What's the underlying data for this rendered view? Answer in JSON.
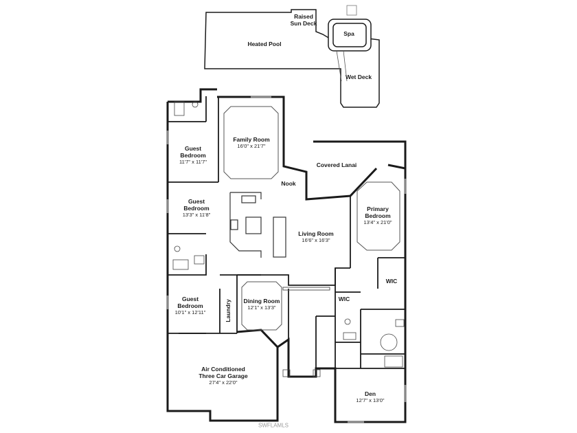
{
  "rooms": {
    "raised_sun_deck": {
      "name_line1": "Raised",
      "name_line2": "Sun Deck"
    },
    "spa": {
      "name": "Spa"
    },
    "heated_pool": {
      "name": "Heated Pool"
    },
    "wet_deck": {
      "name": "Wet Deck"
    },
    "family_room": {
      "name": "Family Room",
      "dims": "16'0\" x 21'7\""
    },
    "covered_lanai": {
      "name": "Covered Lanai"
    },
    "nook": {
      "name": "Nook"
    },
    "guest_bedroom_1": {
      "name_line1": "Guest",
      "name_line2": "Bedroom",
      "dims": "11'7\" x 11'7\""
    },
    "guest_bedroom_2": {
      "name_line1": "Guest",
      "name_line2": "Bedroom",
      "dims": "13'3\" x 11'8\""
    },
    "guest_bedroom_3": {
      "name_line1": "Guest",
      "name_line2": "Bedroom",
      "dims": "10'1\" x 12'11\""
    },
    "primary_bedroom": {
      "name_line1": "Primary",
      "name_line2": "Bedroom",
      "dims": "13'4\" x 21'0\""
    },
    "living_room": {
      "name": "Living Room",
      "dims": "16'6\" x 16'3\""
    },
    "wic_1": {
      "name": "WIC"
    },
    "wic_2": {
      "name": "WIC"
    },
    "dining_room": {
      "name": "Dining Room",
      "dims": "12'1\" x 13'3\""
    },
    "laundry": {
      "name": "Laundry"
    },
    "garage": {
      "name_line1": "Air Conditioned",
      "name_line2": "Three Car Garage",
      "dims": "27'4\" x 22'0\""
    },
    "den": {
      "name": "Den",
      "dims": "12'7\" x 13'0\""
    }
  },
  "watermark": "SWFLAMLS"
}
